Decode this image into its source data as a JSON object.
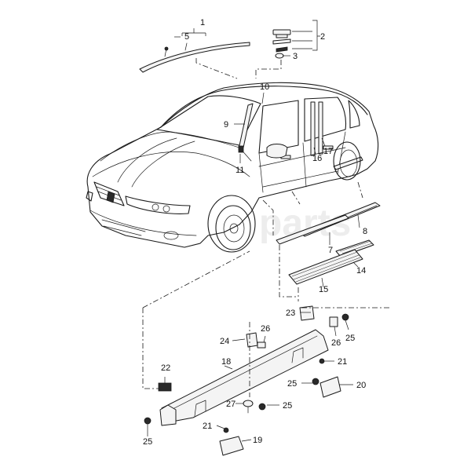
{
  "callouts": {
    "c1": "1",
    "c2": "2",
    "c3": "3",
    "c5": "5",
    "c7": "7",
    "c8": "8",
    "c9": "9",
    "c10": "10",
    "c11": "11",
    "c14": "14",
    "c15": "15",
    "c16": "16",
    "c17": "17",
    "c18": "18",
    "c19": "19",
    "c20": "20",
    "c21a": "21",
    "c21b": "21",
    "c22": "22",
    "c23": "23",
    "c24": "24",
    "c25a": "25",
    "c25b": "25",
    "c25c": "25",
    "c25d": "25",
    "c26a": "26",
    "c26b": "26",
    "c27": "27"
  }
}
